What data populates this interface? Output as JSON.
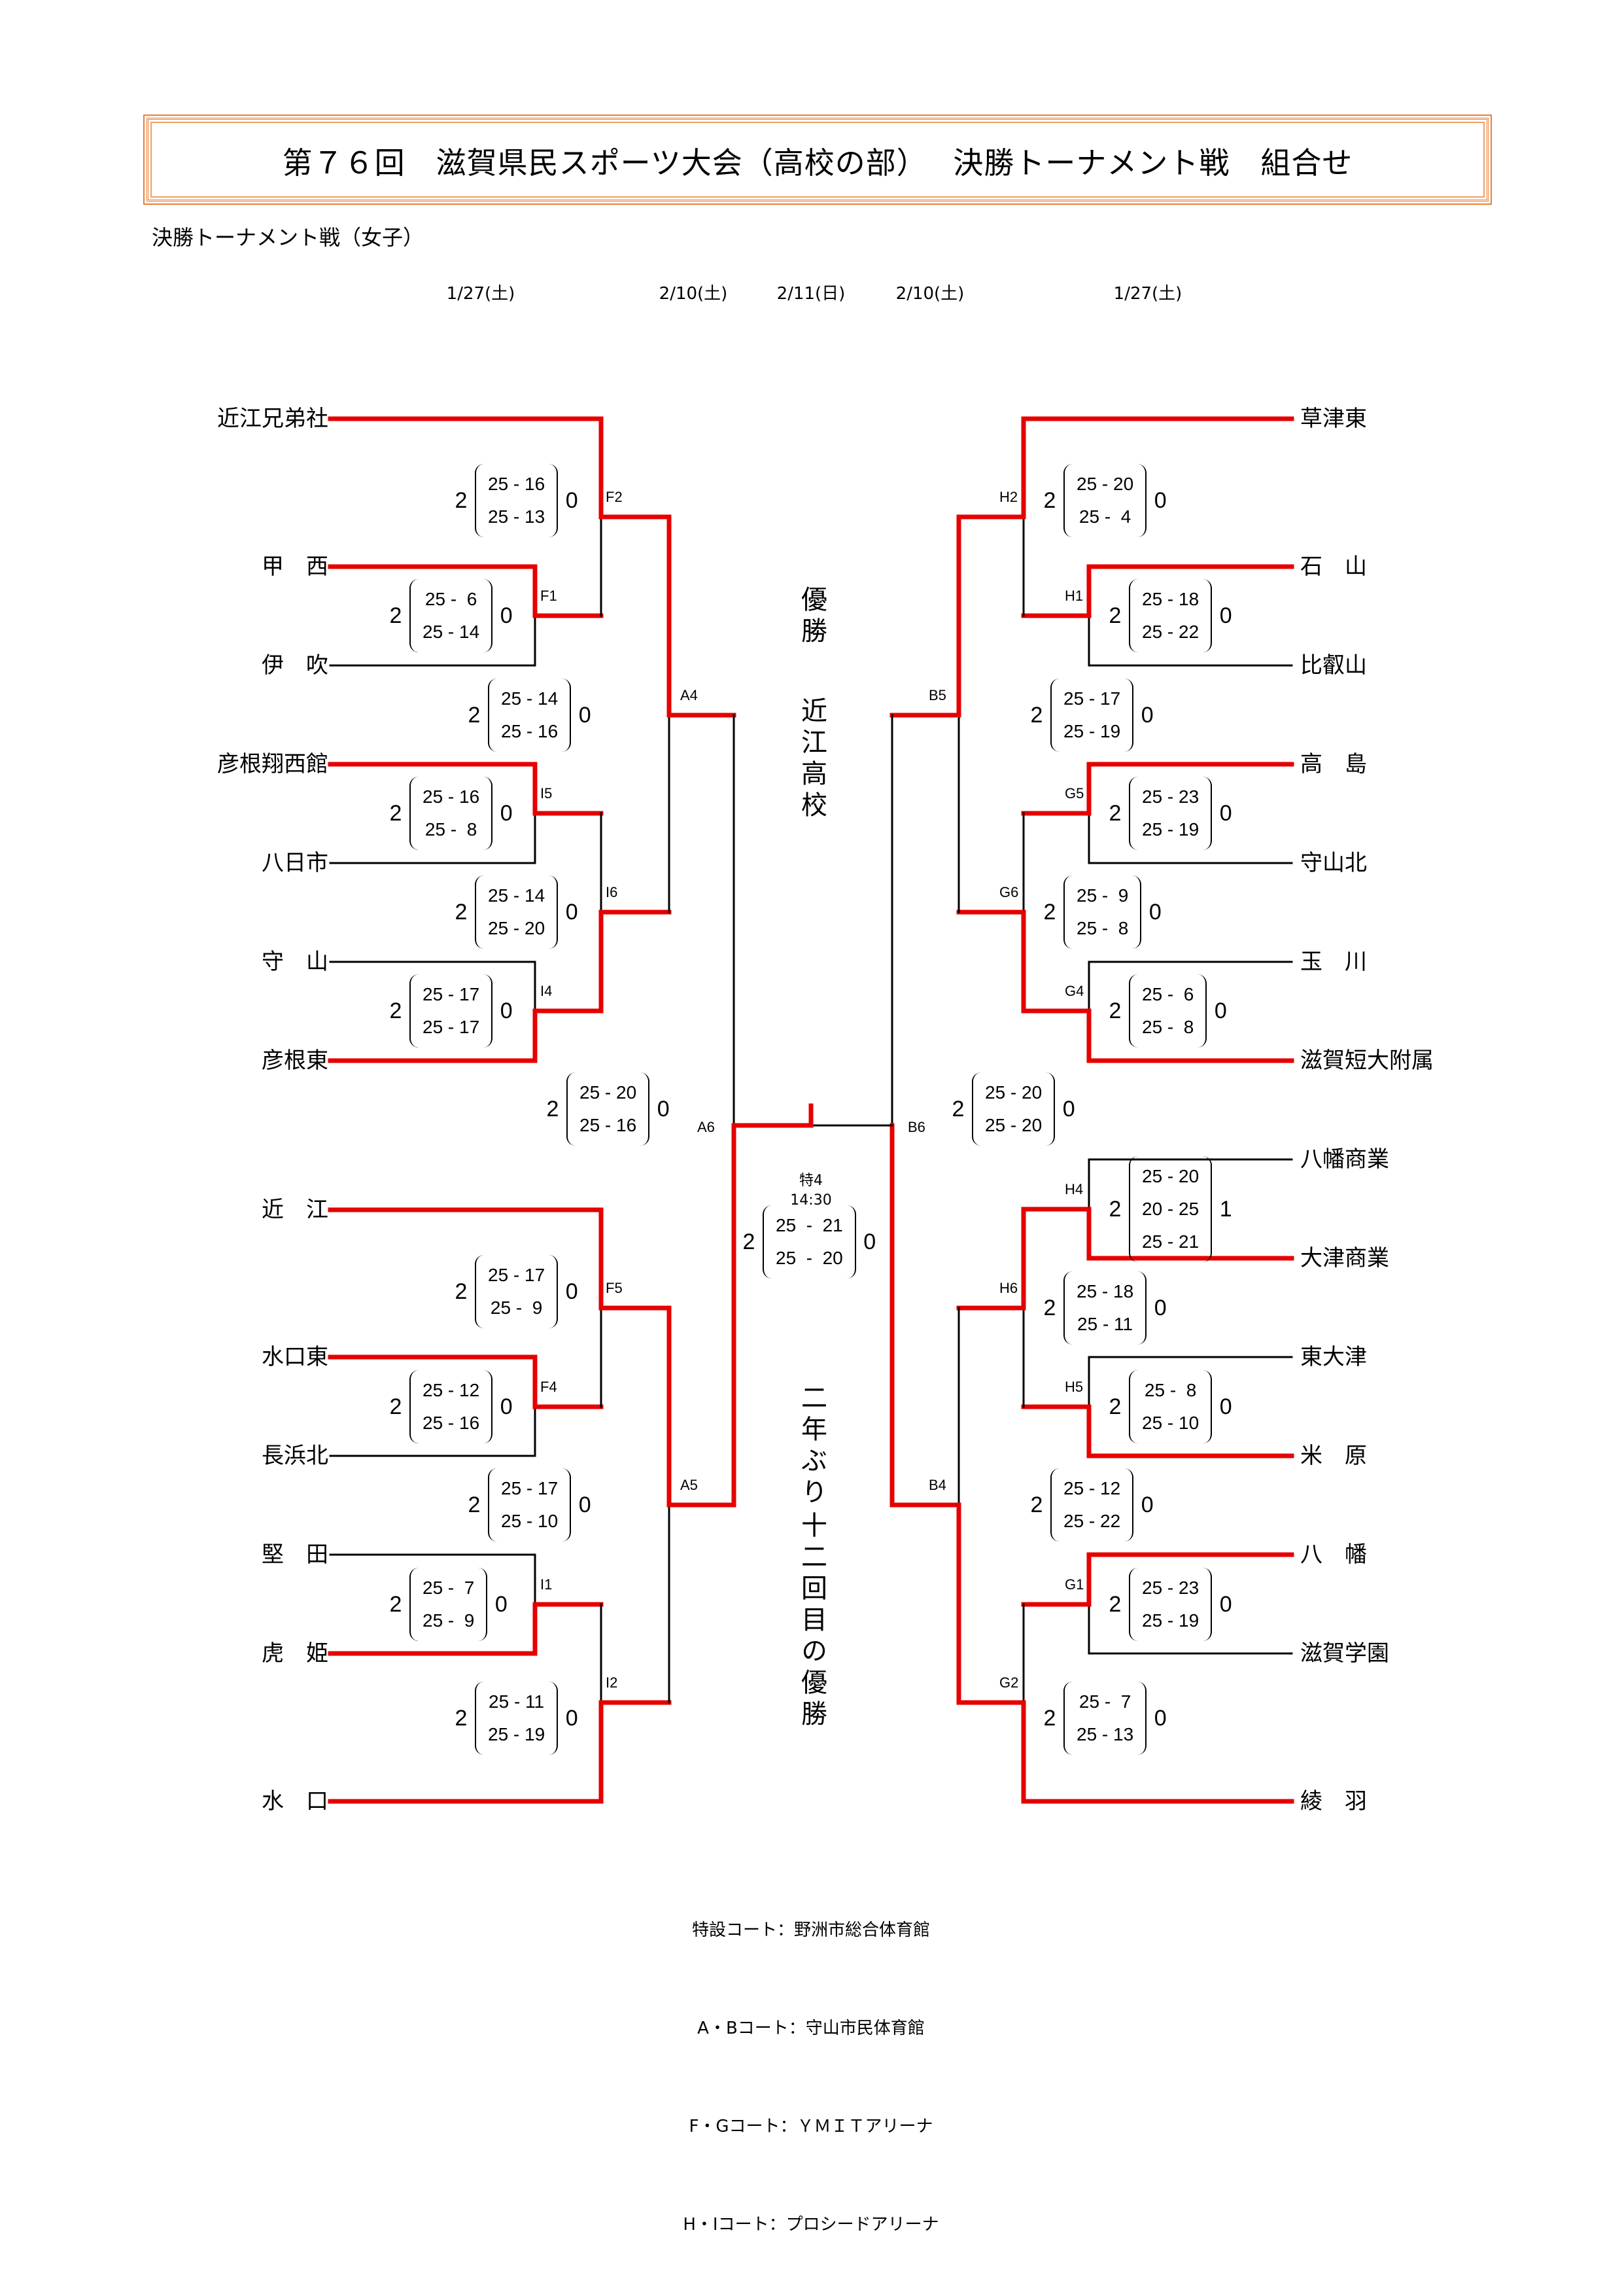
{
  "header": {
    "title": "第７６回　滋賀県民スポーツ大会（高校の部）　 決勝トーナメント戦　組合せ",
    "subtitle": "決勝トーナメント戦（女子）"
  },
  "dates": [
    "1/27(土)",
    "2/10(土)",
    "2/11(日)",
    "2/10(土)",
    "1/27(土)"
  ],
  "colors": {
    "winner_line": "#e60000",
    "loser_line": "#000000",
    "title_border": "#e8803a"
  },
  "left_teams": [
    "近江兄弟社",
    "甲　西",
    "伊　吹",
    "彦根翔西館",
    "八日市",
    "守　山",
    "彦根東",
    "近　江",
    "水口東",
    "長浜北",
    "堅　田",
    "虎　姫",
    "水　口"
  ],
  "right_teams": [
    "草津東",
    "石　山",
    "比叡山",
    "高　島",
    "守山北",
    "玉　川",
    "滋賀短大附属",
    "八幡商業",
    "大津商業",
    "東大津",
    "米　原",
    "八　幡",
    "滋賀学園",
    "綾　羽"
  ],
  "matches": {
    "F1": {
      "label": "F1",
      "win": "2",
      "lose": "0",
      "sets": [
        "25 -  6",
        "25 - 14"
      ]
    },
    "F2": {
      "label": "F2",
      "win": "2",
      "lose": "0",
      "sets": [
        "25 - 16",
        "25 - 13"
      ]
    },
    "I5": {
      "label": "I5",
      "win": "2",
      "lose": "0",
      "sets": [
        "25 - 16",
        "25 -  8"
      ]
    },
    "I4": {
      "label": "I4",
      "win": "2",
      "lose": "0",
      "sets": [
        "25 - 17",
        "25 - 17"
      ]
    },
    "I6": {
      "label": "I6",
      "win": "2",
      "lose": "0",
      "sets": [
        "25 - 14",
        "25 - 20"
      ]
    },
    "A4": {
      "label": "A4",
      "win": "2",
      "lose": "0",
      "sets": [
        "25 - 14",
        "25 - 16"
      ]
    },
    "F4": {
      "label": "F4",
      "win": "2",
      "lose": "0",
      "sets": [
        "25 - 12",
        "25 - 16"
      ]
    },
    "F5": {
      "label": "F5",
      "win": "2",
      "lose": "0",
      "sets": [
        "25 - 17",
        "25 -  9"
      ]
    },
    "I1": {
      "label": "I1",
      "win": "2",
      "lose": "0",
      "sets": [
        "25 -  7",
        "25 -  9"
      ]
    },
    "I2": {
      "label": "I2",
      "win": "2",
      "lose": "0",
      "sets": [
        "25 - 11",
        "25 - 19"
      ]
    },
    "A5": {
      "label": "A5",
      "win": "2",
      "lose": "0",
      "sets": [
        "25 - 17",
        "25 - 10"
      ]
    },
    "A6": {
      "label": "A6",
      "win": "2",
      "lose": "0",
      "sets": [
        "25 - 20",
        "25 - 16"
      ]
    },
    "H1": {
      "label": "H1",
      "win": "2",
      "lose": "0",
      "sets": [
        "25 - 18",
        "25 - 22"
      ]
    },
    "H2": {
      "label": "H2",
      "win": "2",
      "lose": "0",
      "sets": [
        "25 - 20",
        "25 -  4"
      ]
    },
    "G5": {
      "label": "G5",
      "win": "2",
      "lose": "0",
      "sets": [
        "25 - 23",
        "25 - 19"
      ]
    },
    "G4": {
      "label": "G4",
      "win": "2",
      "lose": "0",
      "sets": [
        "25 -  6",
        "25 -  8"
      ]
    },
    "G6": {
      "label": "G6",
      "win": "2",
      "lose": "0",
      "sets": [
        "25 -  9",
        "25 -  8"
      ]
    },
    "B5": {
      "label": "B5",
      "win": "2",
      "lose": "0",
      "sets": [
        "25 - 17",
        "25 - 19"
      ]
    },
    "H4": {
      "label": "H4",
      "win": "2",
      "lose": "1",
      "sets": [
        "25 - 20",
        "20 - 25",
        "25 - 21"
      ]
    },
    "H5": {
      "label": "H5",
      "win": "2",
      "lose": "0",
      "sets": [
        "25 -  8",
        "25 - 10"
      ]
    },
    "H6": {
      "label": "H6",
      "win": "2",
      "lose": "0",
      "sets": [
        "25 - 18",
        "25 - 11"
      ]
    },
    "G1": {
      "label": "G1",
      "win": "2",
      "lose": "0",
      "sets": [
        "25 - 23",
        "25 - 19"
      ]
    },
    "G2": {
      "label": "G2",
      "win": "2",
      "lose": "0",
      "sets": [
        "25 -  7",
        "25 - 13"
      ]
    },
    "B4": {
      "label": "B4",
      "win": "2",
      "lose": "0",
      "sets": [
        "25 - 12",
        "25 - 22"
      ]
    },
    "B6": {
      "label": "B6",
      "win": "2",
      "lose": "0",
      "sets": [
        "25 - 20",
        "25 - 20"
      ]
    },
    "final": {
      "label": "特4",
      "time": "14:30",
      "win": "2",
      "lose": "0",
      "sets": [
        "25  -  21",
        "25  -  20"
      ]
    }
  },
  "champion": {
    "heading": "優勝",
    "team": "近江高校",
    "note1": "二年ぶり",
    "note2": "十二回目の優勝"
  },
  "venues": [
    "特設コート：野洲市総合体育館",
    "A・Bコート：守山市民体育館",
    "F・Gコート：ＹＭＩＴアリーナ",
    "H・Iコート：プロシードアリーナ"
  ]
}
